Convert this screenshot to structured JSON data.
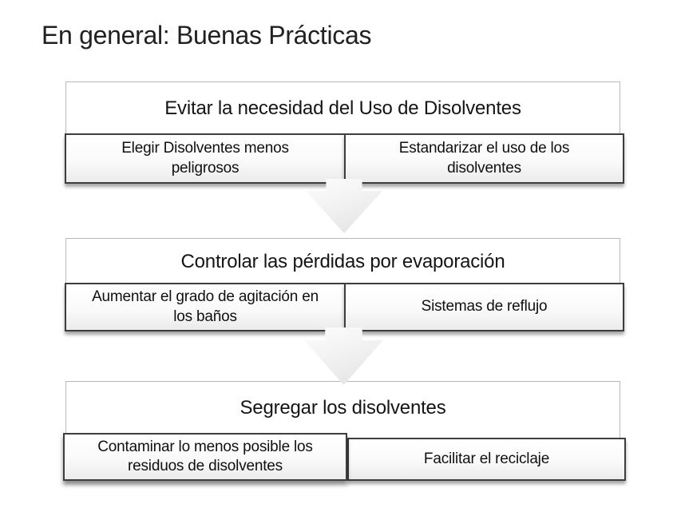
{
  "slide": {
    "title": "En general: Buenas Prácticas"
  },
  "diagram": {
    "blocks": [
      {
        "header": "Evitar la necesidad del Uso de Disolventes",
        "cell_left": "Elegir Disolventes  menos peligrosos",
        "cell_right": "Estandarizar el uso de los disolventes"
      },
      {
        "header": "Controlar las pérdidas por evaporación",
        "cell_left": "Aumentar el grado de agitación en los baños",
        "cell_right": "Sistemas de reflujo"
      },
      {
        "header": "Segregar los disolventes",
        "cell_left": "Contaminar  lo menos posible los residuos de disolventes",
        "cell_right": "Facilitar el reciclaje"
      }
    ],
    "arrows": [
      {
        "name": "down-arrow"
      },
      {
        "name": "down-arrow"
      }
    ],
    "colors": {
      "background": "#ffffff",
      "title_text": "#212121",
      "body_text": "#101010",
      "block_border": "#b9b9b9",
      "cell_border": "#3d3d3d",
      "arrow_fill_light": "#fcfcfc",
      "arrow_fill_dark": "#e0e0e0"
    }
  }
}
